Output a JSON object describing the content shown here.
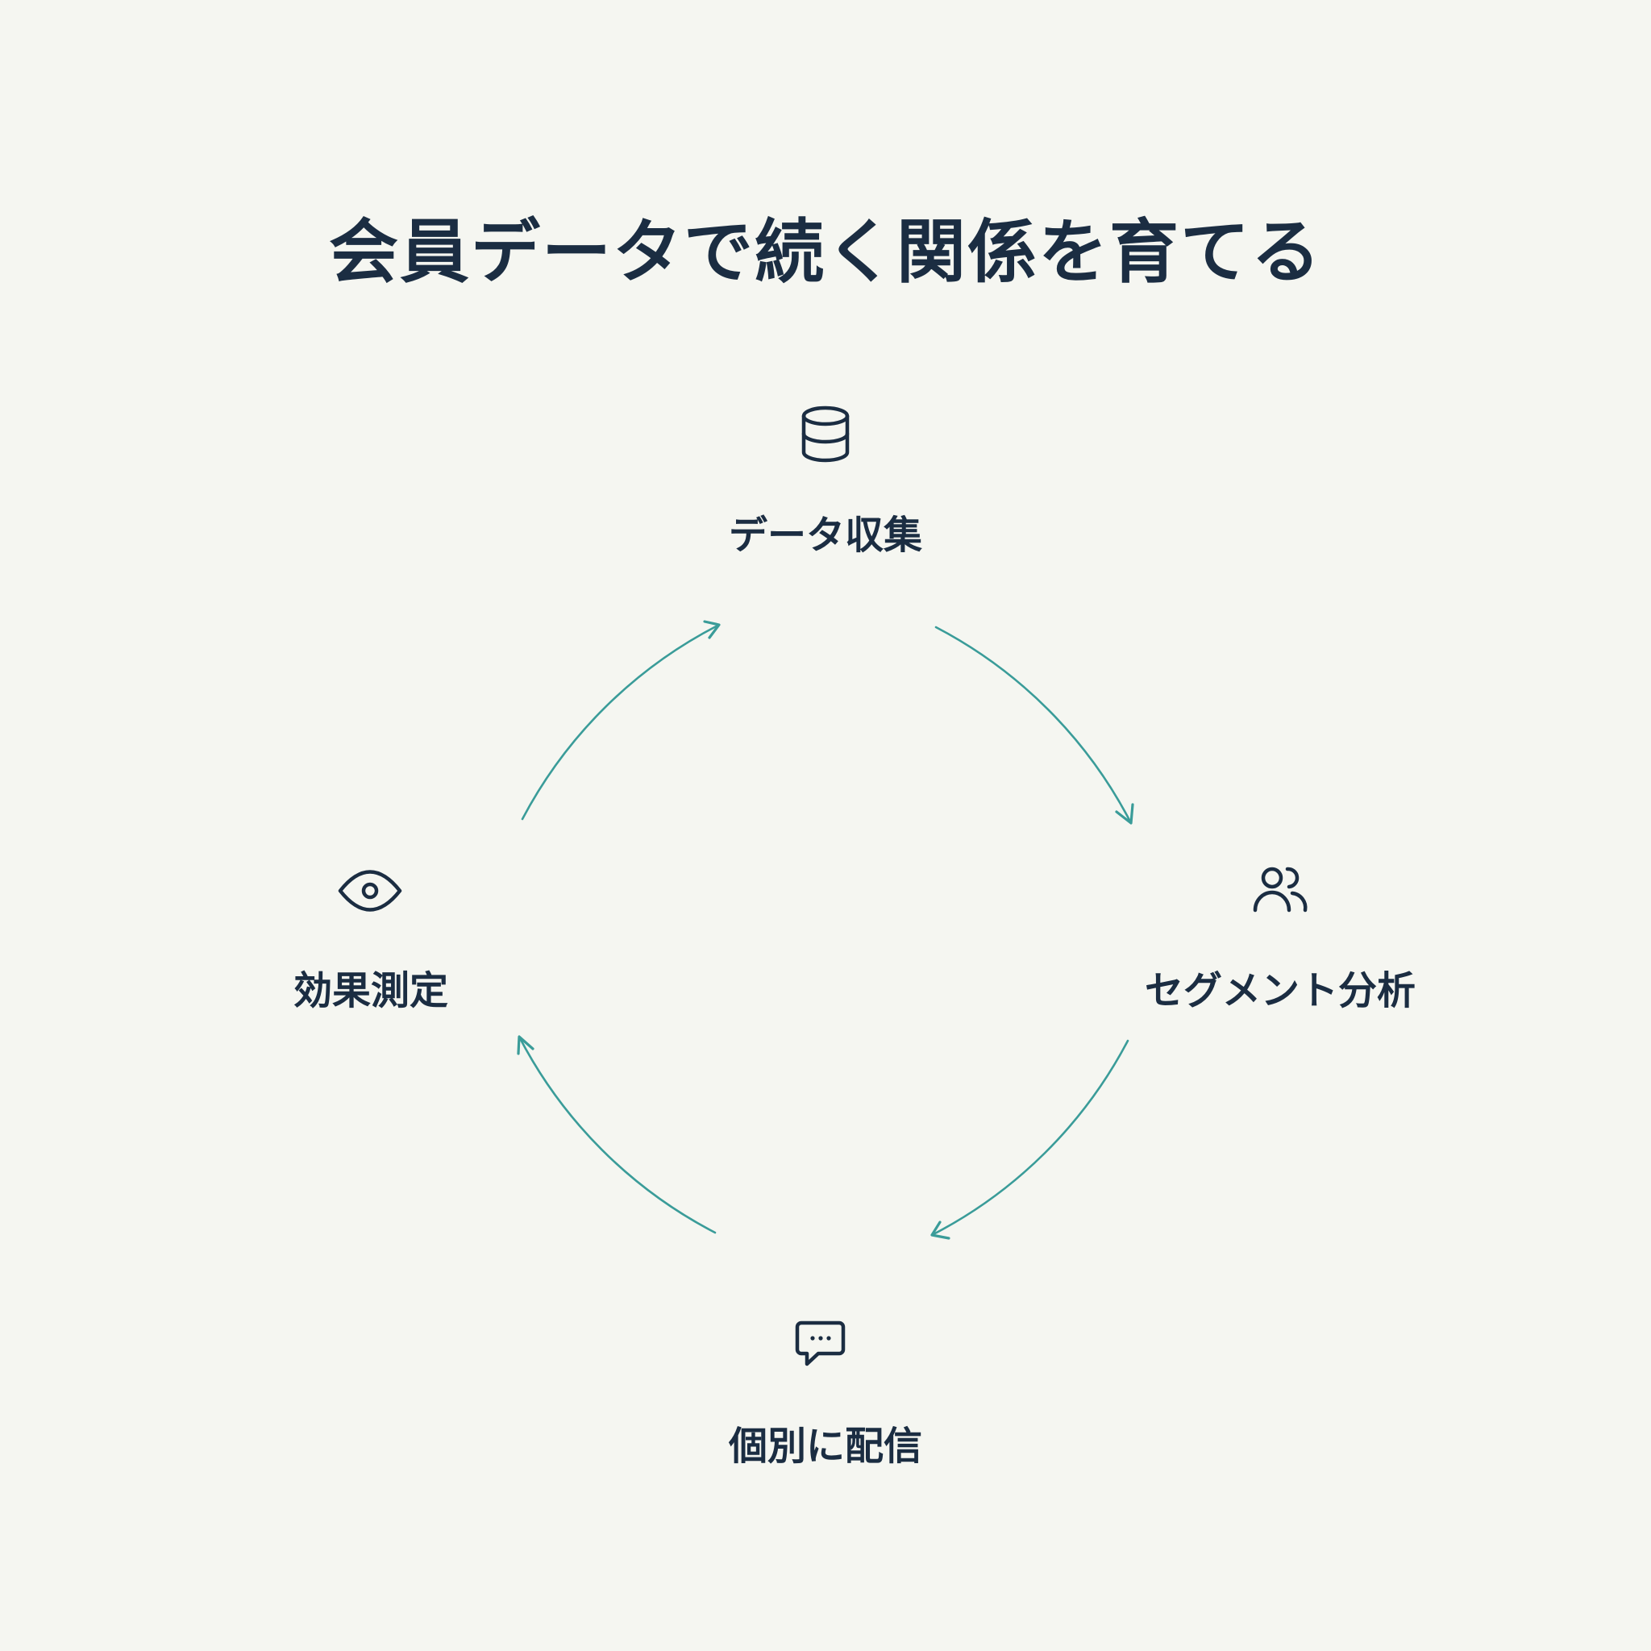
{
  "title": "会員データで続く関係を育てる",
  "steps": [
    {
      "label": "データ収集",
      "icon": "database-icon"
    },
    {
      "label": "セグメント分析",
      "icon": "users-icon"
    },
    {
      "label": "個別に配信",
      "icon": "message-icon"
    },
    {
      "label": "効果測定",
      "icon": "eye-icon"
    }
  ],
  "colors": {
    "background": "#f5f6f1",
    "text": "#1b2d42",
    "arrow": "#3a9c99"
  }
}
